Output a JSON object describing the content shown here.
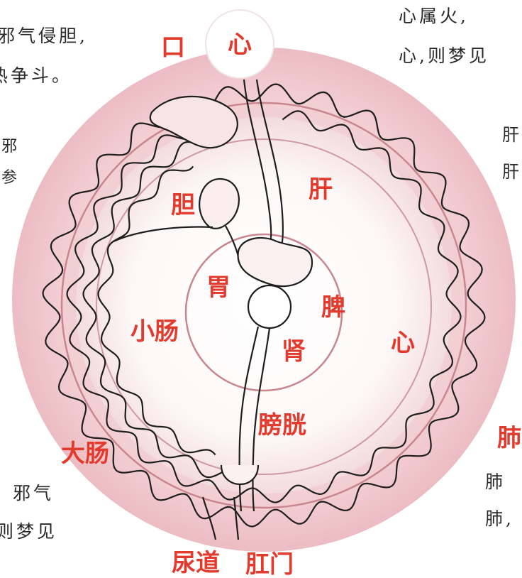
{
  "colors": {
    "outer_disk": "#f4d6d9",
    "outer_disk_edge": "#e7b2b8",
    "inner_disk": "#fdf7f7",
    "ring_line": "#c9868f",
    "organ_stroke": "#1e1e1e",
    "label_red": "#e23b2e",
    "text_black": "#2a2a2a"
  },
  "labels": {
    "kou": "口",
    "xin_top": "心",
    "dan": "胆",
    "gan": "肝",
    "wei": "胃",
    "pi": "脾",
    "shen": "肾",
    "xiaochang": "小肠",
    "xin_right": "心",
    "pangguang": "膀胱",
    "dachang": "大肠",
    "fei": "肺",
    "niaodao": "尿道",
    "gangmen": "肛门"
  },
  "side_text": {
    "tl1": "邪气侵胆,",
    "tl2": "热争斗。",
    "l3": "邪",
    "l4": "参",
    "tr1": "心属火,",
    "tr2": "心,则梦见",
    "r1": "肝",
    "r2": "肝",
    "bl1": "邪气",
    "bl2": "则梦见",
    "br1": "肺",
    "br2": "肺,"
  }
}
